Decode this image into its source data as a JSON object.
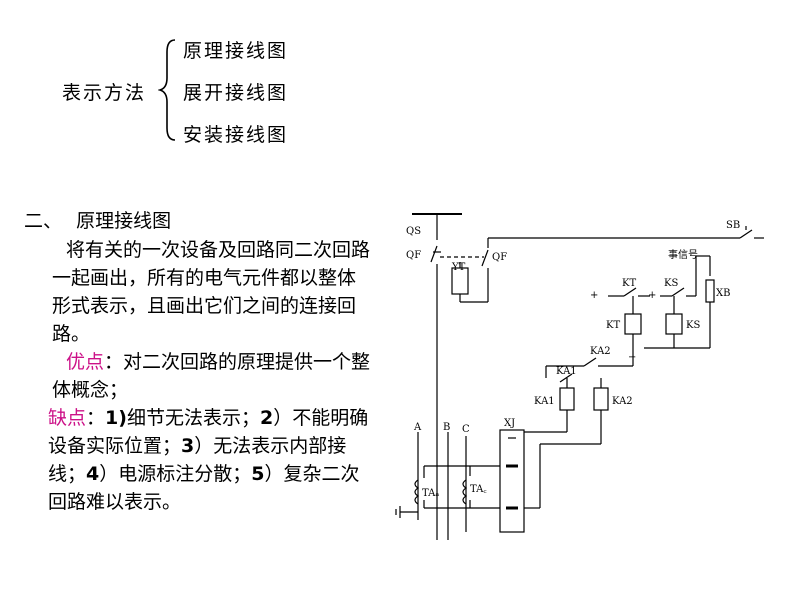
{
  "methods": {
    "label": "表示方法",
    "items": [
      "原理接线图",
      "展开接线图",
      "安装接线图"
    ]
  },
  "section": {
    "number": "二、",
    "title": "原理接线图"
  },
  "description": "将有关的一次设备及回路同二次回路一起画出，所有的电气元件都以整体形式表示，且画出它们之间的连接回路。",
  "advantage": {
    "label": "优点",
    "text": "：对二次回路的原理提供一个整体概念；"
  },
  "disadvantage": {
    "label": "缺点",
    "sep": "：",
    "p1n": "1)",
    "p1": "细节无法表示；",
    "p2n": "2",
    "p2": "）不能明确设备实际位置；",
    "p3n": "3",
    "p3": "）无法表示内部接线；",
    "p4n": "4",
    "p4": "）电源标注分散；",
    "p5n": "5",
    "p5": "）复杂二次回路难以表示。"
  },
  "diagram_labels": {
    "qs": "QS",
    "qf_left": "QF",
    "qf_right": "QF",
    "yt": "YT",
    "sb": "SB",
    "signal": "事信号",
    "xb": "XB",
    "kt_top": "KT",
    "ks_top": "KS",
    "kt_coil": "KT",
    "ks_coil": "KS",
    "ka2_top": "KA2",
    "ka1_top": "KA1",
    "ka1_coil": "KA1",
    "ka2_coil": "KA2",
    "xj": "XJ",
    "a": "A",
    "b": "B",
    "c": "C",
    "ta_a": "TAₐ",
    "ta_c": "TA꜀",
    "plus1": "+",
    "plus2": "+",
    "minus": "−"
  },
  "colors": {
    "text": "#000000",
    "accent": "#cc1188"
  }
}
